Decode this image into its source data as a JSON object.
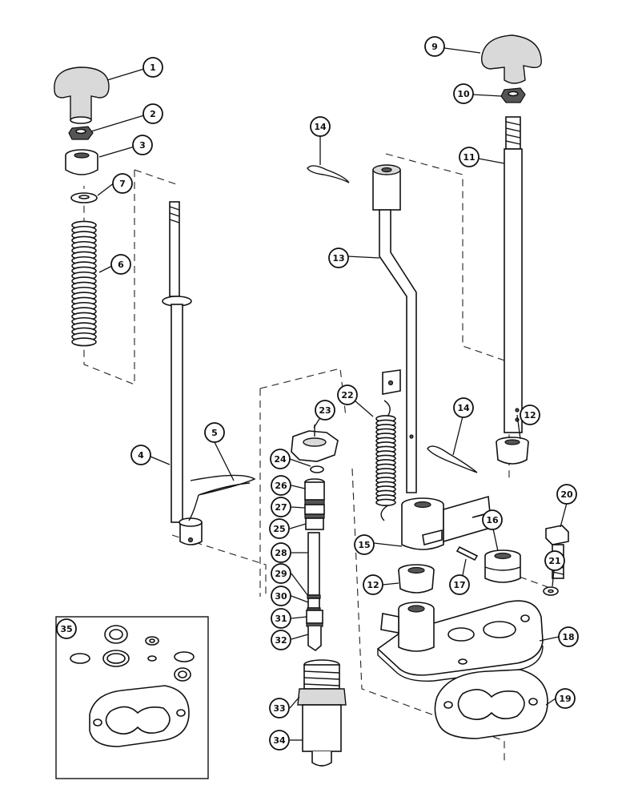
{
  "callouts": [
    {
      "id": "1",
      "label": "1"
    },
    {
      "id": "2",
      "label": "2"
    },
    {
      "id": "3",
      "label": "3"
    },
    {
      "id": "4",
      "label": "4"
    },
    {
      "id": "5",
      "label": "5"
    },
    {
      "id": "6",
      "label": "6"
    },
    {
      "id": "7",
      "label": "7"
    },
    {
      "id": "9",
      "label": "9"
    },
    {
      "id": "10",
      "label": "10"
    },
    {
      "id": "11",
      "label": "11"
    },
    {
      "id": "12a",
      "label": "12"
    },
    {
      "id": "12b",
      "label": "12"
    },
    {
      "id": "13",
      "label": "13"
    },
    {
      "id": "14a",
      "label": "14"
    },
    {
      "id": "14b",
      "label": "14"
    },
    {
      "id": "15",
      "label": "15"
    },
    {
      "id": "16",
      "label": "16"
    },
    {
      "id": "17",
      "label": "17"
    },
    {
      "id": "18",
      "label": "18"
    },
    {
      "id": "19",
      "label": "19"
    },
    {
      "id": "20",
      "label": "20"
    },
    {
      "id": "21",
      "label": "21"
    },
    {
      "id": "22",
      "label": "22"
    },
    {
      "id": "23",
      "label": "23"
    },
    {
      "id": "24",
      "label": "24"
    },
    {
      "id": "25",
      "label": "25"
    },
    {
      "id": "26",
      "label": "26"
    },
    {
      "id": "27",
      "label": "27"
    },
    {
      "id": "28",
      "label": "28"
    },
    {
      "id": "29",
      "label": "29"
    },
    {
      "id": "30",
      "label": "30"
    },
    {
      "id": "31",
      "label": "31"
    },
    {
      "id": "32",
      "label": "32"
    },
    {
      "id": "33",
      "label": "33"
    },
    {
      "id": "34",
      "label": "34"
    },
    {
      "id": "35",
      "label": "35"
    }
  ]
}
